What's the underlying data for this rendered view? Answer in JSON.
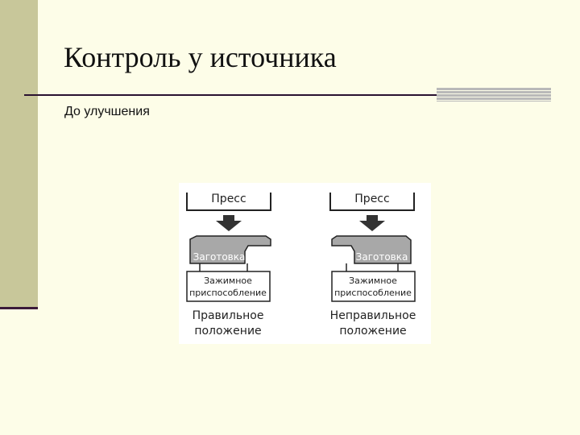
{
  "slide": {
    "title": "Контроль у источника",
    "subtitle": "До улучшения"
  },
  "figure": {
    "left": {
      "press": "Пресс",
      "workpiece": "Заготовка",
      "fixture_line1": "Зажимное",
      "fixture_line2": "приспособление",
      "caption_line1": "Правильное",
      "caption_line2": "положение"
    },
    "right": {
      "press": "Пресс",
      "workpiece": "Заготовка",
      "fixture_line1": "Зажимное",
      "fixture_line2": "приспособление",
      "caption_line1": "Неправильное",
      "caption_line2": "положение"
    }
  },
  "colors": {
    "background": "#fdfde8",
    "sidebar": "#c8c79a",
    "accent_line": "#2a1230",
    "workpiece_fill": "#a8a8a8"
  }
}
